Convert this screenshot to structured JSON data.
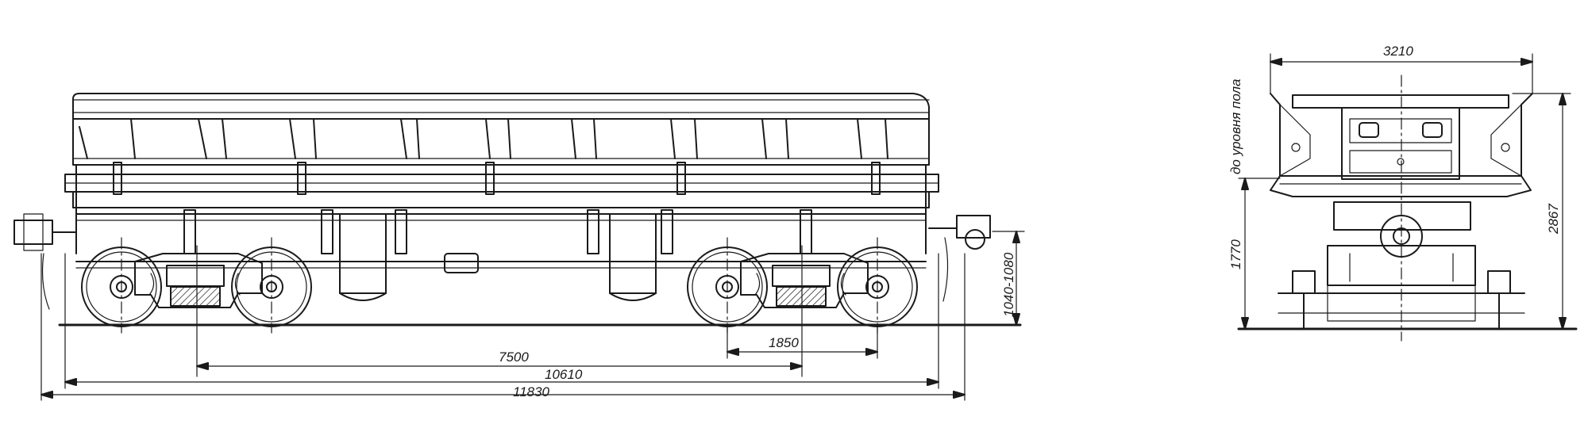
{
  "side_view": {
    "dim_bogie_centers": "7500",
    "dim_wheelbase": "1850",
    "dim_over_frame": "10610",
    "dim_over_couplers": "11830",
    "dim_coupler_height": "1040-1080"
  },
  "end_view": {
    "dim_width": "3210",
    "dim_height": "2867",
    "dim_floor_height": "1770",
    "floor_label": "до уровня пола"
  }
}
